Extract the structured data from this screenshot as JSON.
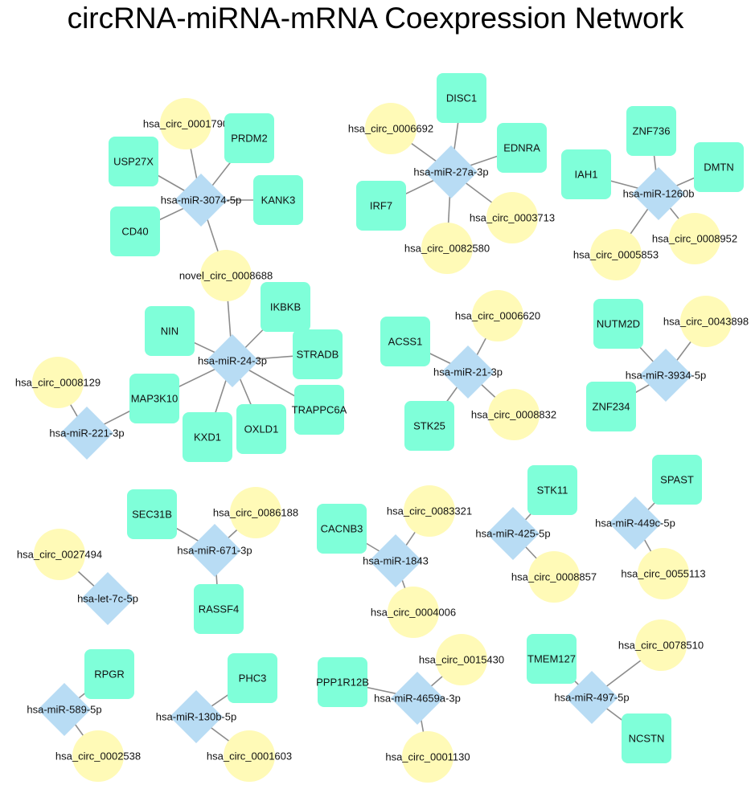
{
  "title": "circRNA-miRNA-mRNA Coexpression Network",
  "colors": {
    "circRNA": "#fffab7",
    "miRNA": "#b8dcf4",
    "mRNA": "#7fffd9",
    "edge": "#8c8c8c"
  },
  "nodes": [
    {
      "id": "hsa_circ_0001790",
      "type": "circRNA"
    },
    {
      "id": "PRDM2",
      "type": "mRNA"
    },
    {
      "id": "USP27X",
      "type": "mRNA"
    },
    {
      "id": "hsa-miR-3074-5p",
      "type": "miRNA"
    },
    {
      "id": "KANK3",
      "type": "mRNA"
    },
    {
      "id": "CD40",
      "type": "mRNA"
    },
    {
      "id": "novel_circ_0008688",
      "type": "circRNA"
    },
    {
      "id": "DISC1",
      "type": "mRNA"
    },
    {
      "id": "hsa_circ_0006692",
      "type": "circRNA"
    },
    {
      "id": "EDNRA",
      "type": "mRNA"
    },
    {
      "id": "hsa-miR-27a-3p",
      "type": "miRNA"
    },
    {
      "id": "IRF7",
      "type": "mRNA"
    },
    {
      "id": "hsa_circ_0003713",
      "type": "circRNA"
    },
    {
      "id": "hsa_circ_0082580",
      "type": "circRNA"
    },
    {
      "id": "ZNF736",
      "type": "mRNA"
    },
    {
      "id": "DMTN",
      "type": "mRNA"
    },
    {
      "id": "IAH1",
      "type": "mRNA"
    },
    {
      "id": "hsa-miR-1260b",
      "type": "miRNA"
    },
    {
      "id": "hsa_circ_0008952",
      "type": "circRNA"
    },
    {
      "id": "hsa_circ_0005853",
      "type": "circRNA"
    },
    {
      "id": "IKBKB",
      "type": "mRNA"
    },
    {
      "id": "NIN",
      "type": "mRNA"
    },
    {
      "id": "STRADB",
      "type": "mRNA"
    },
    {
      "id": "hsa-miR-24-3p",
      "type": "miRNA"
    },
    {
      "id": "MAP3K10",
      "type": "mRNA"
    },
    {
      "id": "TRAPPC6A",
      "type": "mRNA"
    },
    {
      "id": "KXD1",
      "type": "mRNA"
    },
    {
      "id": "OXLD1",
      "type": "mRNA"
    },
    {
      "id": "hsa_circ_0008129",
      "type": "circRNA"
    },
    {
      "id": "hsa-miR-221-3p",
      "type": "miRNA"
    },
    {
      "id": "hsa_circ_0006620",
      "type": "circRNA"
    },
    {
      "id": "ACSS1",
      "type": "mRNA"
    },
    {
      "id": "hsa-miR-21-3p",
      "type": "miRNA"
    },
    {
      "id": "STK25",
      "type": "mRNA"
    },
    {
      "id": "hsa_circ_0008832",
      "type": "circRNA"
    },
    {
      "id": "NUTM2D",
      "type": "mRNA"
    },
    {
      "id": "hsa_circ_0043898",
      "type": "circRNA"
    },
    {
      "id": "hsa-miR-3934-5p",
      "type": "miRNA"
    },
    {
      "id": "ZNF234",
      "type": "mRNA"
    },
    {
      "id": "SEC31B",
      "type": "mRNA"
    },
    {
      "id": "hsa_circ_0086188",
      "type": "circRNA"
    },
    {
      "id": "hsa-miR-671-3p",
      "type": "miRNA"
    },
    {
      "id": "RASSF4",
      "type": "mRNA"
    },
    {
      "id": "hsa_circ_0027494",
      "type": "circRNA"
    },
    {
      "id": "hsa-let-7c-5p",
      "type": "miRNA"
    },
    {
      "id": "CACNB3",
      "type": "mRNA"
    },
    {
      "id": "hsa_circ_0083321",
      "type": "circRNA"
    },
    {
      "id": "hsa-miR-1843",
      "type": "miRNA"
    },
    {
      "id": "hsa_circ_0004006",
      "type": "circRNA"
    },
    {
      "id": "STK11",
      "type": "mRNA"
    },
    {
      "id": "hsa-miR-425-5p",
      "type": "miRNA"
    },
    {
      "id": "hsa_circ_0008857",
      "type": "circRNA"
    },
    {
      "id": "SPAST",
      "type": "mRNA"
    },
    {
      "id": "hsa-miR-449c-5p",
      "type": "miRNA"
    },
    {
      "id": "hsa_circ_0055113",
      "type": "circRNA"
    },
    {
      "id": "RPGR",
      "type": "mRNA"
    },
    {
      "id": "hsa-miR-589-5p",
      "type": "miRNA"
    },
    {
      "id": "hsa_circ_0002538",
      "type": "circRNA"
    },
    {
      "id": "PHC3",
      "type": "mRNA"
    },
    {
      "id": "hsa-miR-130b-5p",
      "type": "miRNA"
    },
    {
      "id": "hsa_circ_0001603",
      "type": "circRNA"
    },
    {
      "id": "hsa_circ_0015430",
      "type": "circRNA"
    },
    {
      "id": "PPP1R12B",
      "type": "mRNA"
    },
    {
      "id": "hsa-miR-4659a-3p",
      "type": "miRNA"
    },
    {
      "id": "hsa_circ_0001130",
      "type": "circRNA"
    },
    {
      "id": "hsa_circ_0078510",
      "type": "circRNA"
    },
    {
      "id": "TMEM127",
      "type": "mRNA"
    },
    {
      "id": "hsa-miR-497-5p",
      "type": "miRNA"
    },
    {
      "id": "NCSTN",
      "type": "mRNA"
    }
  ],
  "edges": [
    [
      "hsa-miR-3074-5p",
      "hsa_circ_0001790"
    ],
    [
      "hsa-miR-3074-5p",
      "PRDM2"
    ],
    [
      "hsa-miR-3074-5p",
      "USP27X"
    ],
    [
      "hsa-miR-3074-5p",
      "KANK3"
    ],
    [
      "hsa-miR-3074-5p",
      "CD40"
    ],
    [
      "hsa-miR-3074-5p",
      "novel_circ_0008688"
    ],
    [
      "novel_circ_0008688",
      "hsa-miR-24-3p"
    ],
    [
      "hsa-miR-27a-3p",
      "DISC1"
    ],
    [
      "hsa-miR-27a-3p",
      "hsa_circ_0006692"
    ],
    [
      "hsa-miR-27a-3p",
      "EDNRA"
    ],
    [
      "hsa-miR-27a-3p",
      "IRF7"
    ],
    [
      "hsa-miR-27a-3p",
      "hsa_circ_0003713"
    ],
    [
      "hsa-miR-27a-3p",
      "hsa_circ_0082580"
    ],
    [
      "hsa-miR-1260b",
      "ZNF736"
    ],
    [
      "hsa-miR-1260b",
      "DMTN"
    ],
    [
      "hsa-miR-1260b",
      "IAH1"
    ],
    [
      "hsa-miR-1260b",
      "hsa_circ_0008952"
    ],
    [
      "hsa-miR-1260b",
      "hsa_circ_0005853"
    ],
    [
      "hsa-miR-24-3p",
      "IKBKB"
    ],
    [
      "hsa-miR-24-3p",
      "NIN"
    ],
    [
      "hsa-miR-24-3p",
      "STRADB"
    ],
    [
      "hsa-miR-24-3p",
      "MAP3K10"
    ],
    [
      "hsa-miR-24-3p",
      "TRAPPC6A"
    ],
    [
      "hsa-miR-24-3p",
      "KXD1"
    ],
    [
      "hsa-miR-24-3p",
      "OXLD1"
    ],
    [
      "hsa-miR-221-3p",
      "MAP3K10"
    ],
    [
      "hsa-miR-221-3p",
      "hsa_circ_0008129"
    ],
    [
      "hsa-miR-21-3p",
      "hsa_circ_0006620"
    ],
    [
      "hsa-miR-21-3p",
      "ACSS1"
    ],
    [
      "hsa-miR-21-3p",
      "STK25"
    ],
    [
      "hsa-miR-21-3p",
      "hsa_circ_0008832"
    ],
    [
      "hsa-miR-3934-5p",
      "NUTM2D"
    ],
    [
      "hsa-miR-3934-5p",
      "hsa_circ_0043898"
    ],
    [
      "hsa-miR-3934-5p",
      "ZNF234"
    ],
    [
      "hsa-miR-671-3p",
      "SEC31B"
    ],
    [
      "hsa-miR-671-3p",
      "hsa_circ_0086188"
    ],
    [
      "hsa-miR-671-3p",
      "RASSF4"
    ],
    [
      "hsa-let-7c-5p",
      "hsa_circ_0027494"
    ],
    [
      "hsa-miR-1843",
      "CACNB3"
    ],
    [
      "hsa-miR-1843",
      "hsa_circ_0083321"
    ],
    [
      "hsa-miR-1843",
      "hsa_circ_0004006"
    ],
    [
      "hsa-miR-425-5p",
      "STK11"
    ],
    [
      "hsa-miR-425-5p",
      "hsa_circ_0008857"
    ],
    [
      "hsa-miR-449c-5p",
      "SPAST"
    ],
    [
      "hsa-miR-449c-5p",
      "hsa_circ_0055113"
    ],
    [
      "hsa-miR-589-5p",
      "RPGR"
    ],
    [
      "hsa-miR-589-5p",
      "hsa_circ_0002538"
    ],
    [
      "hsa-miR-130b-5p",
      "PHC3"
    ],
    [
      "hsa-miR-130b-5p",
      "hsa_circ_0001603"
    ],
    [
      "hsa-miR-4659a-3p",
      "hsa_circ_0015430"
    ],
    [
      "hsa-miR-4659a-3p",
      "PPP1R12B"
    ],
    [
      "hsa-miR-4659a-3p",
      "hsa_circ_0001130"
    ],
    [
      "hsa-miR-497-5p",
      "hsa_circ_0078510"
    ],
    [
      "hsa-miR-497-5p",
      "TMEM127"
    ],
    [
      "hsa-miR-497-5p",
      "NCSTN"
    ]
  ]
}
